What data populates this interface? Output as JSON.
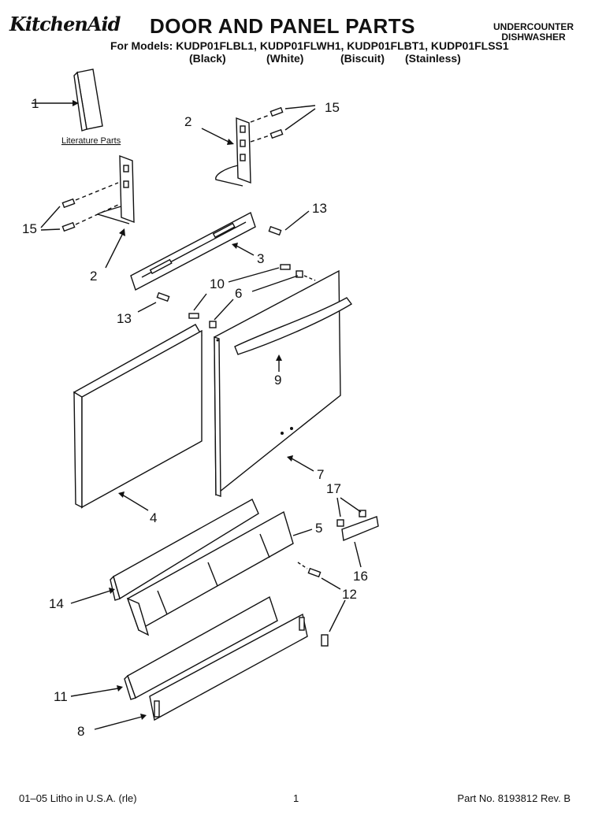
{
  "header": {
    "brand": "KitchenAid",
    "title": "DOOR AND PANEL PARTS",
    "category_line1": "UNDERCOUNTER",
    "category_line2": "DISHWASHER",
    "models_prefix": "For Models:",
    "models": [
      "KUDP01FLBL1,",
      "KUDP01FLWH1,",
      "KUDP01FLBT1,",
      "KUDP01FLSS1"
    ],
    "colors": [
      "(Black)",
      "(White)",
      "(Biscuit)",
      "(Stainless)"
    ]
  },
  "diagram": {
    "literature_label": "Literature Parts",
    "callouts": {
      "c1": "1",
      "c2a": "2",
      "c2b": "2",
      "c15a": "15",
      "c15b": "15",
      "c13a": "13",
      "c13b": "13",
      "c3": "3",
      "c10": "10",
      "c6": "6",
      "c9": "9",
      "c4": "4",
      "c7": "7",
      "c17": "17",
      "c5": "5",
      "c16": "16",
      "c14": "14",
      "c12": "12",
      "c11": "11",
      "c8": "8"
    }
  },
  "footer": {
    "left": "01–05 Litho in U.S.A. (rle)",
    "center": "1",
    "right": "Part No. 8193812 Rev. B"
  }
}
